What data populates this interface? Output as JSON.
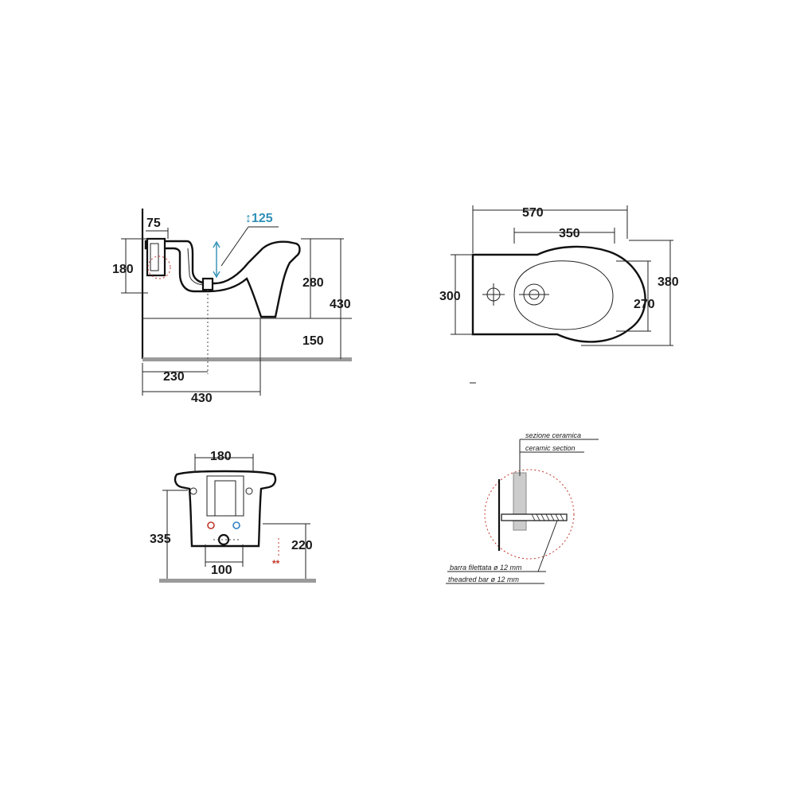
{
  "side_view": {
    "dim_75": "75",
    "dim_180": "180",
    "dim_125": "125",
    "dim_280": "280",
    "dim_430_height": "430",
    "dim_150": "150",
    "dim_230": "230",
    "dim_430_depth": "430",
    "accent_color": "#2f8fb5"
  },
  "top_view": {
    "dim_570": "570",
    "dim_350": "350",
    "dim_300": "300",
    "dim_380": "380",
    "dim_270": "270"
  },
  "front_view": {
    "dim_180": "180",
    "dim_335": "335",
    "dim_220": "220",
    "dim_100": "100",
    "marker": "**",
    "hot_color": "#c0392b",
    "cold_color": "#2f7fc1"
  },
  "detail_view": {
    "label_ceramic_it": "sezione ceramica",
    "label_ceramic_en": "ceramic section",
    "label_bar_it": "barra filettata ø 12 mm",
    "label_bar_en": "theadred bar ø 12 mm",
    "outline_color": "#c0392b"
  }
}
